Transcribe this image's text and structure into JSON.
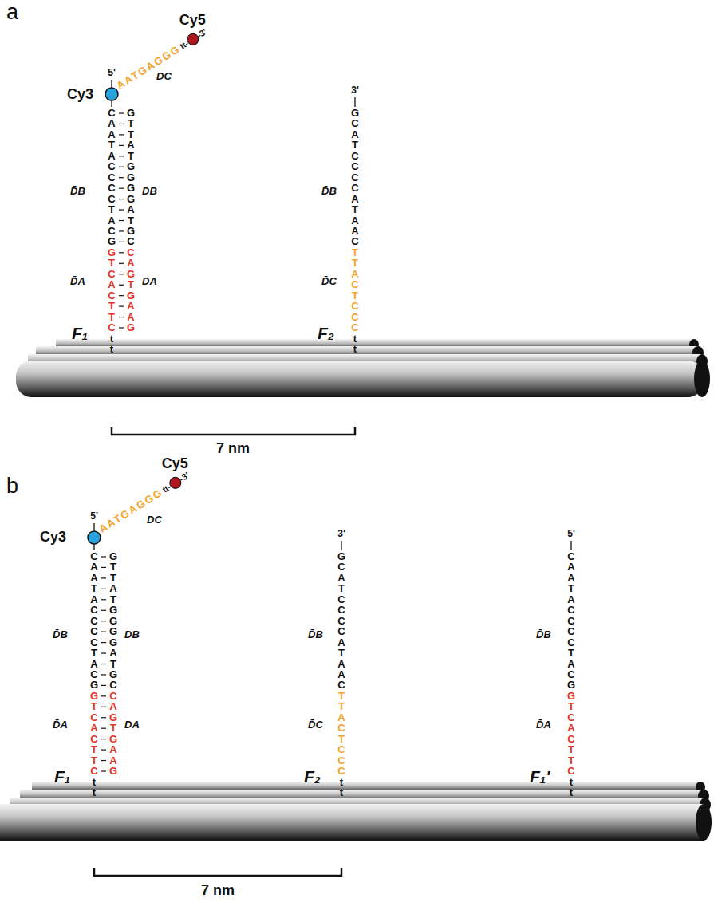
{
  "diagram": {
    "labels": [
      "a",
      "Cy3",
      "5'",
      "CAATACCCCTACG",
      "GTCACTTC",
      "tt",
      "GTTATGGGGATGC",
      "CAGTGAAG",
      "D̄B",
      "DB",
      "D̄A",
      "DA",
      "F₁",
      "AATGAGGG",
      "tt-",
      "-3'",
      "Cy5",
      "DC",
      "3'",
      "GCATCCCCATAAC",
      "TTACTCCC",
      "tt",
      "D̄B",
      "D̄C",
      "F₂",
      "7 nm",
      "b",
      "Cy3",
      "5'",
      "CAATACCCCTACG",
      "GTCACTTC",
      "tt",
      "GTTATGGGGATGC",
      "CAGTGAAG",
      "D̄B",
      "DB",
      "D̄A",
      "DA",
      "F₁",
      "AATGAGGG",
      "tt-",
      "-3'",
      "Cy5",
      "DC",
      "3'",
      "GCATCCCCATAAC",
      "TTACTCCC",
      "tt",
      "D̄B",
      "D̄C",
      "F₂",
      "5'",
      "CAATACCCCTACG",
      "GTCACTTC",
      "tt",
      "D̄B",
      "D̄A",
      "F₁'",
      "7 nm"
    ]
  }
}
